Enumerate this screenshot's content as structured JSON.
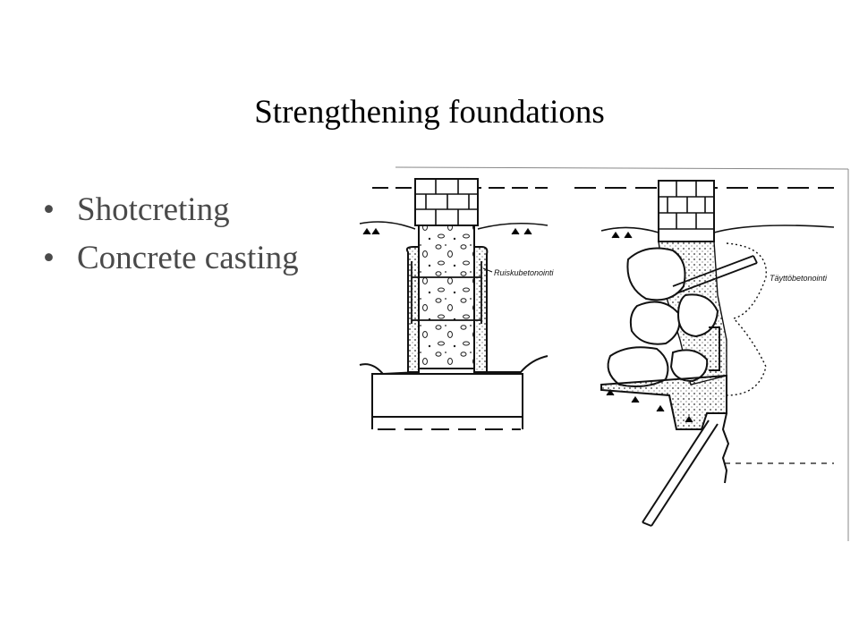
{
  "slide": {
    "title": "Strengthening foundations",
    "bullets": [
      "Shotcreting",
      "Concrete casting"
    ]
  },
  "diagram": {
    "left_label": "Ruiskubetonointi",
    "right_label": "Täyttöbetonointi"
  },
  "colors": {
    "bullet_text": "#4a4a4a",
    "title_text": "#000000",
    "line": "#111111"
  }
}
